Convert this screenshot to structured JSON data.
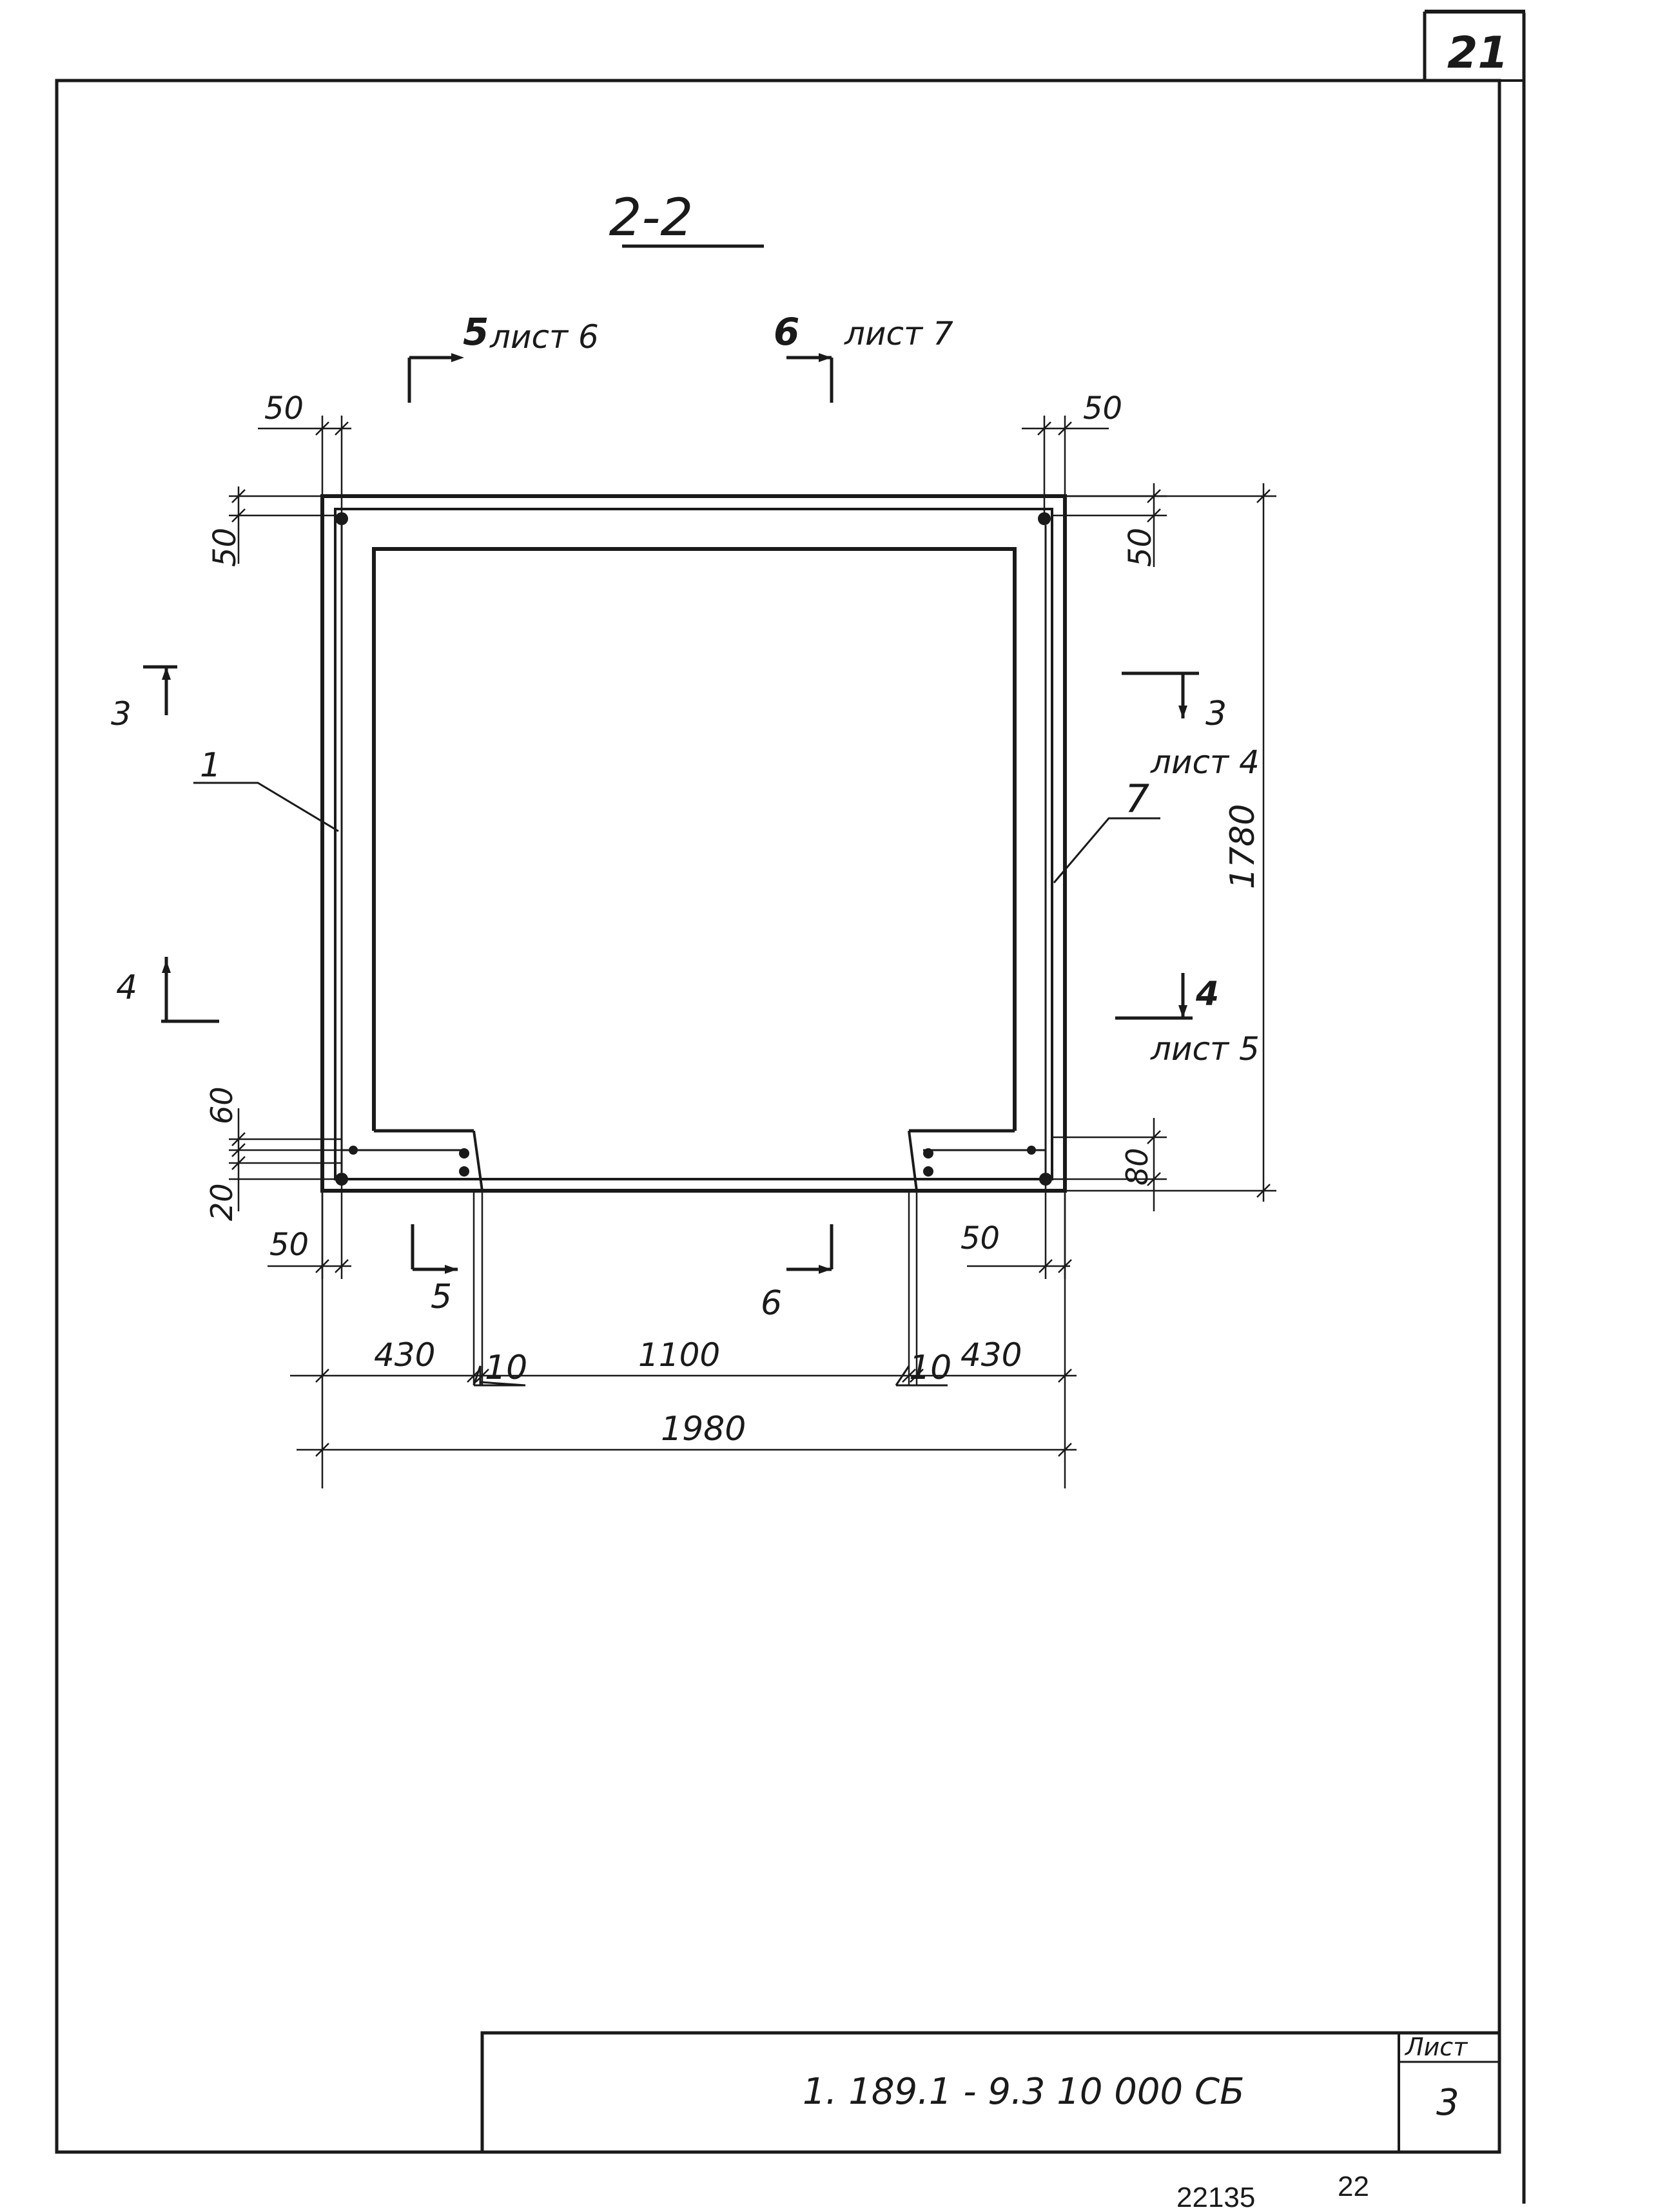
{
  "sheet_corner_number": "21",
  "section_title": "2-2",
  "section_marks": {
    "top_left": {
      "number": "5",
      "ref": "лист 6"
    },
    "top_right": {
      "number": "6",
      "ref": "лист 7"
    },
    "left_3": "3",
    "left_4": "4",
    "right_3": {
      "number": "3",
      "ref": "лист 4"
    },
    "right_4": {
      "number": "4",
      "ref": "лист 5"
    },
    "bottom_5": "5",
    "bottom_6": "6"
  },
  "leaders": {
    "pos_1": "1",
    "pos_7": "7",
    "pos_10_left": "10",
    "pos_10_right": "10"
  },
  "dimensions": {
    "top_left_50": "50",
    "top_right_50": "50",
    "left_top_50": "50",
    "right_top_50": "50",
    "height_1780": "1780",
    "left_60": "60",
    "left_20": "20",
    "right_80": "80",
    "bottom_left_50": "50",
    "bottom_right_50": "50",
    "w_430_left": "430",
    "w_1100": "1100",
    "w_430_right": "430",
    "w_1980": "1980"
  },
  "title_block": {
    "designation": "1. 189.1 - 9.3  10 000  СБ",
    "sheet_label": "Лист",
    "sheet_number": "3"
  },
  "footer": {
    "code": "22135",
    "page": "22"
  }
}
